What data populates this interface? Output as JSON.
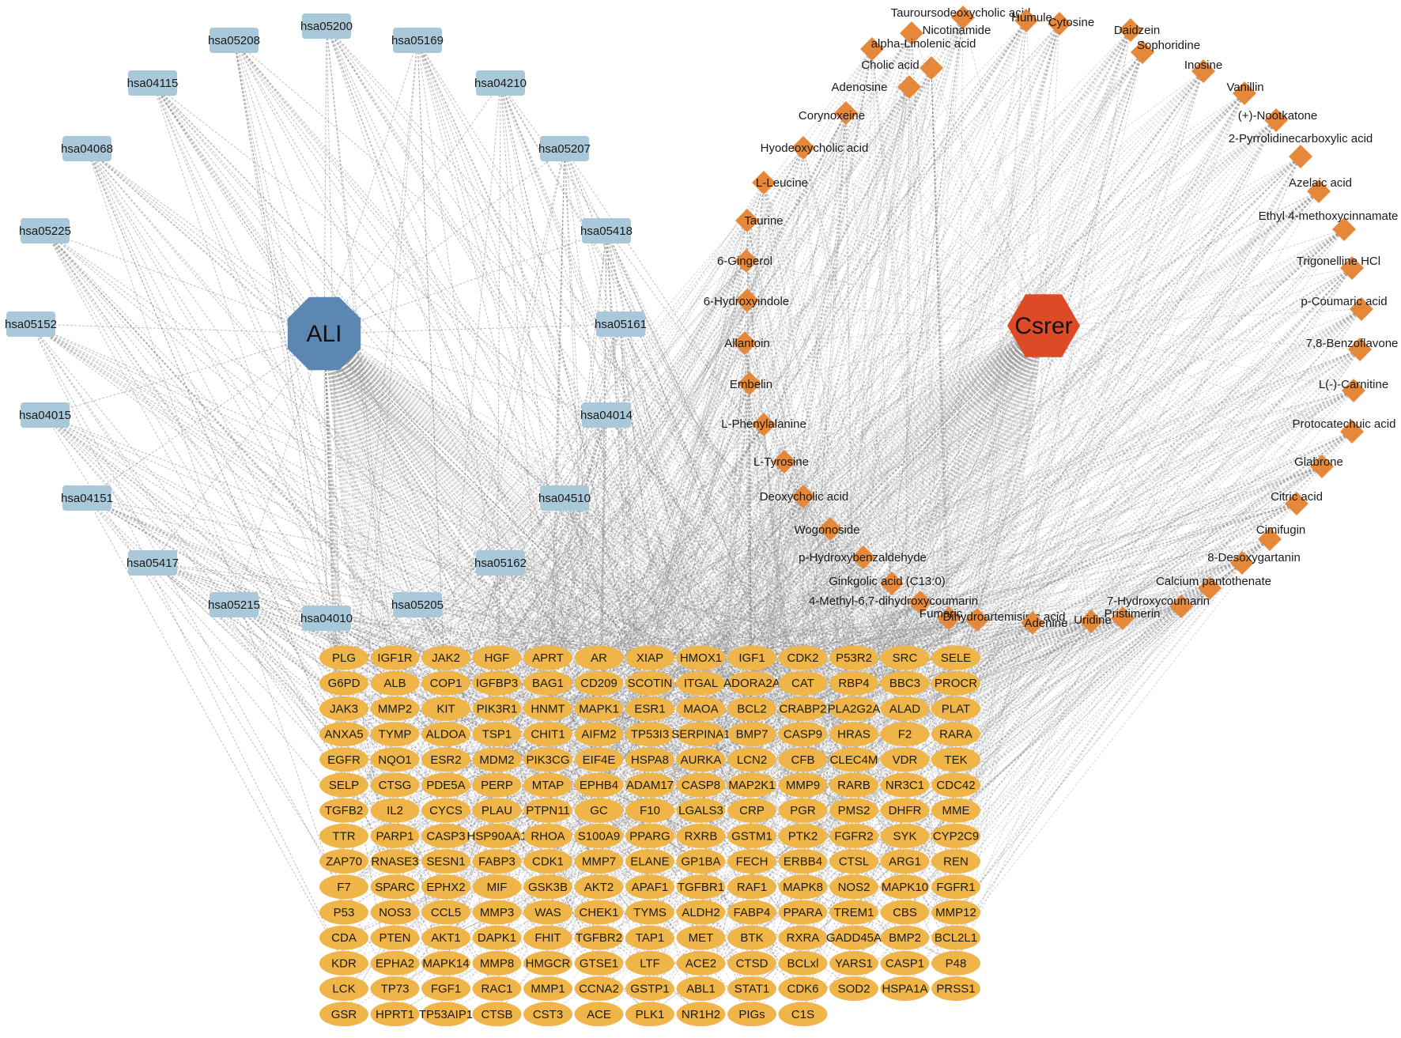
{
  "colors": {
    "hub_ali": "#5b87b2",
    "hub_csrer": "#dc4a26",
    "pathway": "#a9c8d9",
    "compound": "#e5883a",
    "gene": "#f0b548",
    "edge": "#8a8a8a"
  },
  "hubs": [
    {
      "id": "ALI",
      "label": "ALI",
      "shape": "octagon"
    },
    {
      "id": "Csrer",
      "label": "Csrer",
      "shape": "hexagon"
    }
  ],
  "pathways": [
    "hsa05200",
    "hsa05208",
    "hsa05169",
    "hsa04115",
    "hsa04210",
    "hsa04068",
    "hsa05207",
    "hsa05225",
    "hsa05418",
    "hsa05152",
    "hsa05161",
    "hsa04015",
    "hsa04014",
    "hsa04151",
    "hsa04510",
    "hsa05417",
    "hsa05162",
    "hsa05215",
    "hsa04010",
    "hsa05205"
  ],
  "compounds": [
    "Tauroursodeoxycholic acid",
    "Nicotinamide",
    "alpha-Linolenic acid",
    "Cytosine",
    "Humule",
    "Daidzein",
    "Sophoridine",
    "Inosine",
    "Cholic acid",
    "Adenosine",
    "Vanillin",
    "Corynoxeine",
    "(+)-Nootkatone",
    "Hyodeoxycholic acid",
    "2-Pyrrolidinecarboxylic acid",
    "L-Leucine",
    "Azelaic acid",
    "Taurine",
    "Ethyl 4-methoxycinnamate",
    "6-Gingerol",
    "Trigonelline HCl",
    "6-Hydroxyindole",
    "p-Coumaric acid",
    "Allantoin",
    "7,8-Benzoflavone",
    "Embelin",
    "L(-)-Carnitine",
    "L-Phenylalanine",
    "Protocatechuic acid",
    "L-Tyrosine",
    "Glabrone",
    "Deoxycholic acid",
    "Citric acid",
    "Wogonoside",
    "Cimifugin",
    "p-Hydroxybenzaldehyde",
    "8-Desoxygartanin",
    "Ginkgolic acid (C13:0)",
    "Calcium pantothenate",
    "4-Methyl-6,7-dihydroxycoumarin",
    "7-Hydroxycoumarin",
    "Fumaric",
    "Dihydroartemisinic acid",
    "Adenine",
    "Uridine",
    "Pristimerin"
  ],
  "genes": [
    [
      "PLG",
      "IGF1R",
      "JAK2",
      "HGF",
      "APRT",
      "AR",
      "XIAP",
      "HMOX1",
      "IGF1",
      "CDK2",
      "P53R2",
      "SRC",
      "SELE"
    ],
    [
      "G6PD",
      "ALB",
      "COP1",
      "IGFBP3",
      "BAG1",
      "CD209",
      "SCOTIN",
      "ITGAL",
      "ADORA2A",
      "CAT",
      "RBP4",
      "BBC3",
      "PROCR"
    ],
    [
      "JAK3",
      "MMP2",
      "KIT",
      "PIK3R1",
      "HNMT",
      "MAPK1",
      "ESR1",
      "MAOA",
      "BCL2",
      "CRABP2",
      "PLA2G2A",
      "ALAD",
      "PLAT"
    ],
    [
      "ANXA5",
      "TYMP",
      "ALDOA",
      "TSP1",
      "CHIT1",
      "AIFM2",
      "TP53I3",
      "SERPINA1",
      "BMP7",
      "CASP9",
      "HRAS",
      "F2",
      "RARA"
    ],
    [
      "EGFR",
      "NQO1",
      "ESR2",
      "MDM2",
      "PIK3CG",
      "EIF4E",
      "HSPA8",
      "AURKA",
      "LCN2",
      "CFB",
      "CLEC4M",
      "VDR",
      "TEK"
    ],
    [
      "SELP",
      "CTSG",
      "PDE5A",
      "PERP",
      "MTAP",
      "EPHB4",
      "ADAM17",
      "CASP8",
      "MAP2K1",
      "MMP9",
      "RARB",
      "NR3C1",
      "CDC42"
    ],
    [
      "TGFB2",
      "IL2",
      "CYCS",
      "PLAU",
      "PTPN11",
      "GC",
      "F10",
      "LGALS3",
      "CRP",
      "PGR",
      "PMS2",
      "DHFR",
      "MME"
    ],
    [
      "TTR",
      "PARP1",
      "CASP3",
      "HSP90AA1",
      "RHOA",
      "S100A9",
      "PPARG",
      "RXRB",
      "GSTM1",
      "PTK2",
      "FGFR2",
      "SYK",
      "CYP2C9"
    ],
    [
      "ZAP70",
      "RNASE3",
      "SESN1",
      "FABP3",
      "CDK1",
      "MMP7",
      "ELANE",
      "GP1BA",
      "FECH",
      "ERBB4",
      "CTSL",
      "ARG1",
      "REN"
    ],
    [
      "F7",
      "SPARC",
      "EPHX2",
      "MIF",
      "GSK3B",
      "AKT2",
      "APAF1",
      "TGFBR1",
      "RAF1",
      "MAPK8",
      "NOS2",
      "MAPK10",
      "FGFR1"
    ],
    [
      "P53",
      "NOS3",
      "CCL5",
      "MMP3",
      "WAS",
      "CHEK1",
      "TYMS",
      "ALDH2",
      "FABP4",
      "PPARA",
      "TREM1",
      "CBS",
      "MMP12"
    ],
    [
      "CDA",
      "PTEN",
      "AKT1",
      "DAPK1",
      "FHIT",
      "TGFBR2",
      "TAP1",
      "MET",
      "BTK",
      "RXRA",
      "GADD45A",
      "BMP2",
      "BCL2L1"
    ],
    [
      "KDR",
      "EPHA2",
      "MAPK14",
      "MMP8",
      "HMGCR",
      "GTSE1",
      "LTF",
      "ACE2",
      "CTSD",
      "BCLxl",
      "YARS1",
      "CASP1",
      "P48"
    ],
    [
      "LCK",
      "TP73",
      "FGF1",
      "RAC1",
      "MMP1",
      "CCNA2",
      "GSTP1",
      "ABL1",
      "STAT1",
      "CDK6",
      "SOD2",
      "HSPA1A",
      "PRSS1"
    ],
    [
      "GSR",
      "HPRT1",
      "TP53AIP1",
      "CTSB",
      "CST3",
      "ACE",
      "PLK1",
      "NR1H2",
      "PIGs",
      "C1S"
    ]
  ]
}
